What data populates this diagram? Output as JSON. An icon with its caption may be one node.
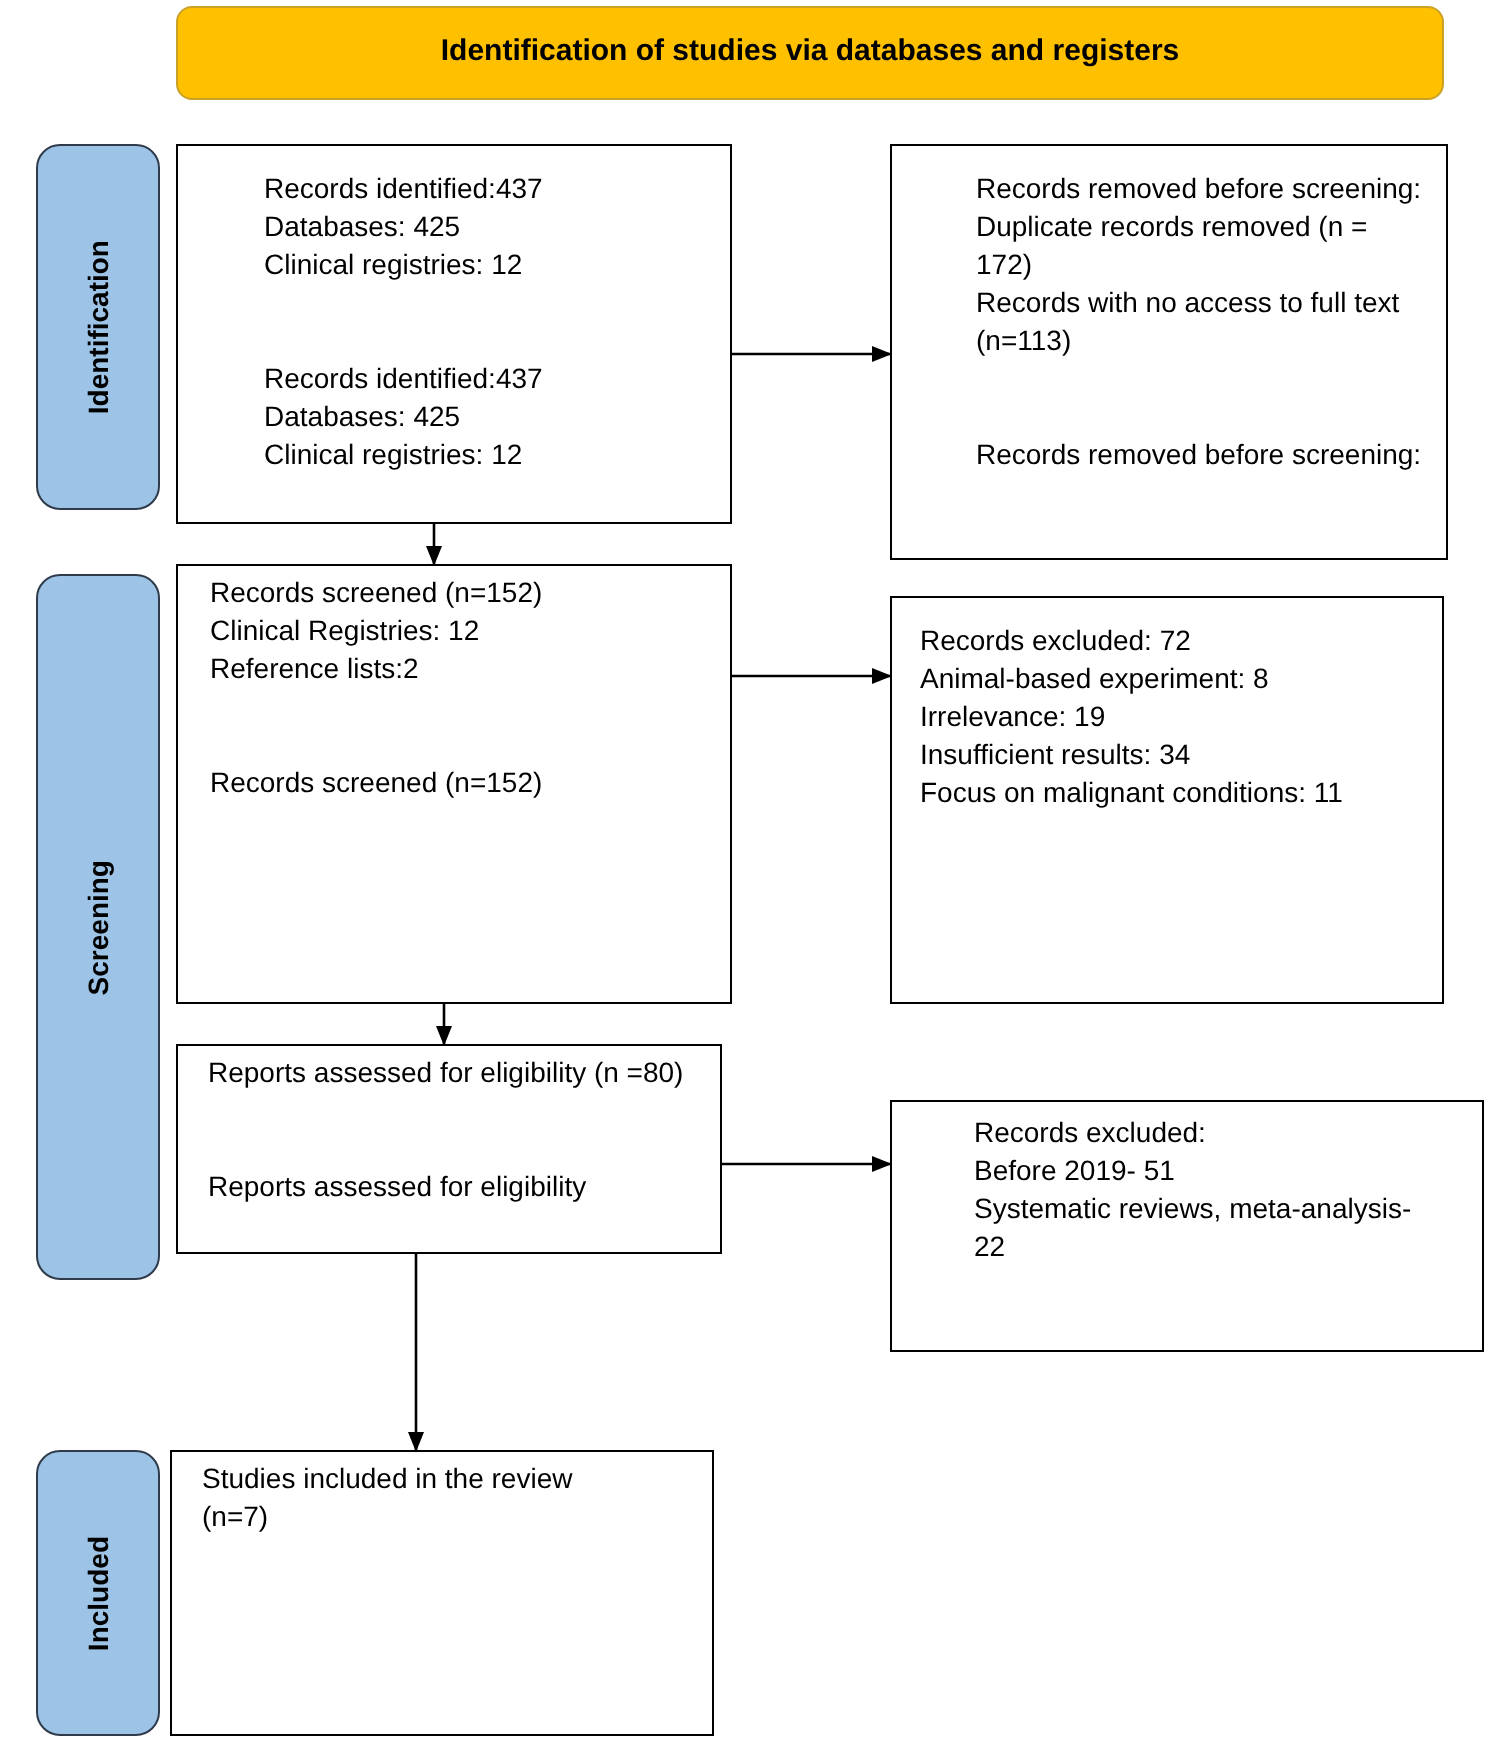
{
  "diagram": {
    "nodes": [
      {
        "text": [
          "Identification of studies via databases and registers"
        ]
      },
      {
        "text": [
          "Identification"
        ]
      },
      {
        "text": [
          "Screening"
        ]
      },
      {
        "text": [
          "Included"
        ]
      },
      {
        "text": [
          "Records identified:437",
          "Databases: 425",
          "Clinical registries: 12",
          "Records identified:437",
          "Databases: 425",
          "Clinical registries: 12"
        ]
      },
      {
        "text": [
          "Records removed before screening:",
          "Duplicate records removed (n = 172)",
          "Records with no access to full text (n=113)",
          "Records removed before screening:"
        ]
      },
      {
        "text": [
          "Records screened (n=152)",
          "Clinical Registries: 12",
          "Reference lists:2",
          "Records screened (n=152)"
        ]
      },
      {
        "text": [
          "Records excluded: 72",
          "Animal-based experiment: 8",
          "Irrelevance: 19",
          "Insufficient results: 34",
          "Focus on malignant conditions: 11"
        ]
      },
      {
        "text": [
          "Reports assessed for eligibility (n =80)",
          "Reports assessed for eligibility"
        ]
      },
      {
        "text": [
          "Records excluded:",
          "Before 2019- 51",
          "Systematic reviews, meta-analysis- 22"
        ]
      },
      {
        "text": [
          "Studies included in the review (n=7)"
        ]
      }
    ],
    "edges": [
      {
        "from": 4,
        "to": 5,
        "arrow": "to"
      },
      {
        "from": 4,
        "to": 6,
        "arrow": "to"
      },
      {
        "from": 6,
        "to": 7,
        "arrow": "to"
      },
      {
        "from": 6,
        "to": 8,
        "arrow": "to"
      },
      {
        "from": 8,
        "to": 9,
        "arrow": "to"
      },
      {
        "from": 8,
        "to": 10,
        "arrow": "to"
      }
    ]
  }
}
